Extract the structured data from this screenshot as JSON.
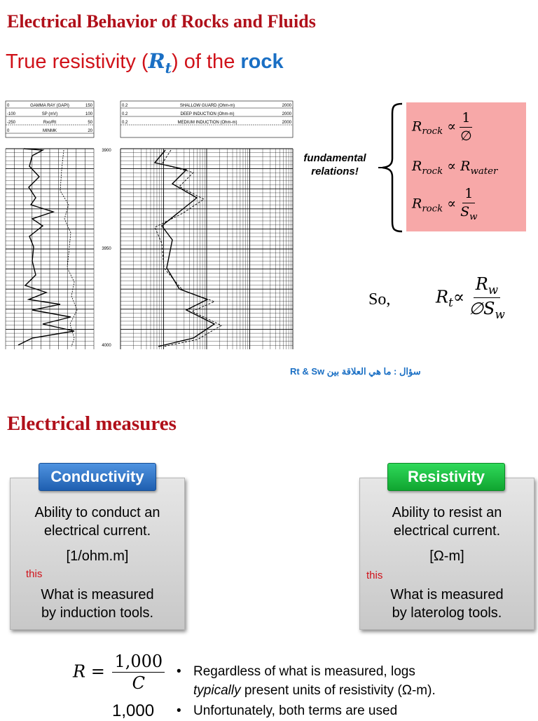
{
  "title": "Electrical Behavior of Rocks and Fluids",
  "subtitle": {
    "prefix": "True resistivity (",
    "symbol": "R",
    "sub": "t",
    "mid": ") of the ",
    "rock": "rock"
  },
  "log": {
    "left_headers": [
      {
        "min": "0",
        "name": "GAMMA RAY (GAPI)",
        "max": "150"
      },
      {
        "min": "-100",
        "name": "SP (mV)",
        "max": "100"
      },
      {
        "min": "-250",
        "name": "Rxo/Rt",
        "max": "50"
      },
      {
        "min": "0",
        "name": "MINMK",
        "max": "20"
      }
    ],
    "right_headers": [
      {
        "min": "0.2",
        "name": "SHALLOW GUARD (Ohm-m)",
        "max": "2000"
      },
      {
        "min": "0.2",
        "name": "DEEP INDUCTION (Ohm-m)",
        "max": "2000"
      },
      {
        "min": "0.2",
        "name": "MEDIUM INDUCTION (Ohm-m)",
        "max": "2000"
      }
    ],
    "depths": [
      "3900",
      "3950",
      "4000"
    ]
  },
  "fundamental": {
    "line1": "fundamental",
    "line2": "relations!"
  },
  "relations": {
    "r1": {
      "lhs": "R",
      "sub": "rock",
      "op": "∝",
      "num": "1",
      "den": "∅"
    },
    "r2": {
      "lhs": "R",
      "sub": "rock",
      "op": "∝",
      "rhs": "R",
      "rhs_sub": "water"
    },
    "r3": {
      "lhs": "R",
      "sub": "rock",
      "op": "∝",
      "num": "1",
      "den": "S",
      "den_sub": "w"
    }
  },
  "so": "So,",
  "rt_relation": {
    "lhs": "R",
    "lhs_sub": "t",
    "op": "∝",
    "num": "R",
    "num_sub": "w",
    "den": "∅S",
    "den_sub": "w"
  },
  "arabic_question": "سؤال : ما هي العلاقة بين Rt & Sw",
  "section2_title": "Electrical measures",
  "conductivity": {
    "tag": "Conductivity",
    "line1": "Ability to conduct an",
    "line2": "electrical current.",
    "units": "[1/ohm.m]",
    "note": "this",
    "line3": "What is measured",
    "line4": "by induction tools."
  },
  "resistivity": {
    "tag": "Resistivity",
    "line1": "Ability to resist an",
    "line2": "electrical current.",
    "units": "[Ω-m]",
    "note": "this",
    "line3": "What is measured",
    "line4": "by laterolog tools."
  },
  "formula": {
    "lhs": "R",
    "eq": "=",
    "num": "1,000",
    "den": "C",
    "num2": "1,000"
  },
  "bullets": {
    "b1_line1": "Regardless of what is measured, logs",
    "b1_line2_italic": "typically",
    "b1_line2_rest": " present units of resistivity (Ω-m).",
    "b2_line1": "Unfortunately, both terms are used"
  }
}
